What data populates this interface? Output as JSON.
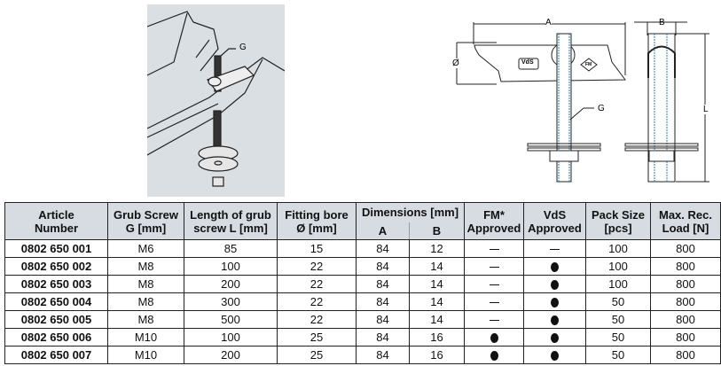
{
  "illustration": {
    "label_g": "G"
  },
  "drawing": {
    "label_a": "A",
    "label_b": "B",
    "label_l": "L",
    "label_g": "G",
    "label_dia": "Ø",
    "badge_vds": "VdS",
    "badge_fm": "FM"
  },
  "table": {
    "headers": {
      "article": [
        "Article",
        "Number"
      ],
      "grub": [
        "Grub Screw",
        "G [mm]"
      ],
      "length": [
        "Length of grub",
        "screw L [mm]"
      ],
      "bore": [
        "Fitting bore",
        "Ø [mm]"
      ],
      "dimensions": "Dimensions [mm]",
      "dim_a": "A",
      "dim_b": "B",
      "fm": [
        "FM*",
        "Approved"
      ],
      "vds": [
        "VdS",
        "Approved"
      ],
      "pack": [
        "Pack Size",
        "[pcs]"
      ],
      "load": [
        "Max. Rec.",
        "Load [N]"
      ]
    },
    "rows": [
      {
        "article": "0802 650 001",
        "grub": "M6",
        "length": "85",
        "bore": "15",
        "a": "84",
        "b": "12",
        "fm": false,
        "vds": false,
        "pack": "100",
        "load": "800"
      },
      {
        "article": "0802 650 002",
        "grub": "M8",
        "length": "100",
        "bore": "22",
        "a": "84",
        "b": "14",
        "fm": false,
        "vds": true,
        "pack": "100",
        "load": "800"
      },
      {
        "article": "0802 650 003",
        "grub": "M8",
        "length": "200",
        "bore": "22",
        "a": "84",
        "b": "14",
        "fm": false,
        "vds": true,
        "pack": "100",
        "load": "800"
      },
      {
        "article": "0802 650 004",
        "grub": "M8",
        "length": "300",
        "bore": "22",
        "a": "84",
        "b": "14",
        "fm": false,
        "vds": true,
        "pack": "50",
        "load": "800"
      },
      {
        "article": "0802 650 005",
        "grub": "M8",
        "length": "500",
        "bore": "22",
        "a": "84",
        "b": "14",
        "fm": false,
        "vds": true,
        "pack": "50",
        "load": "800"
      },
      {
        "article": "0802 650 006",
        "grub": "M10",
        "length": "100",
        "bore": "25",
        "a": "84",
        "b": "16",
        "fm": true,
        "vds": true,
        "pack": "50",
        "load": "800"
      },
      {
        "article": "0802 650 007",
        "grub": "M10",
        "length": "200",
        "bore": "25",
        "a": "84",
        "b": "16",
        "fm": true,
        "vds": true,
        "pack": "50",
        "load": "800"
      }
    ]
  }
}
